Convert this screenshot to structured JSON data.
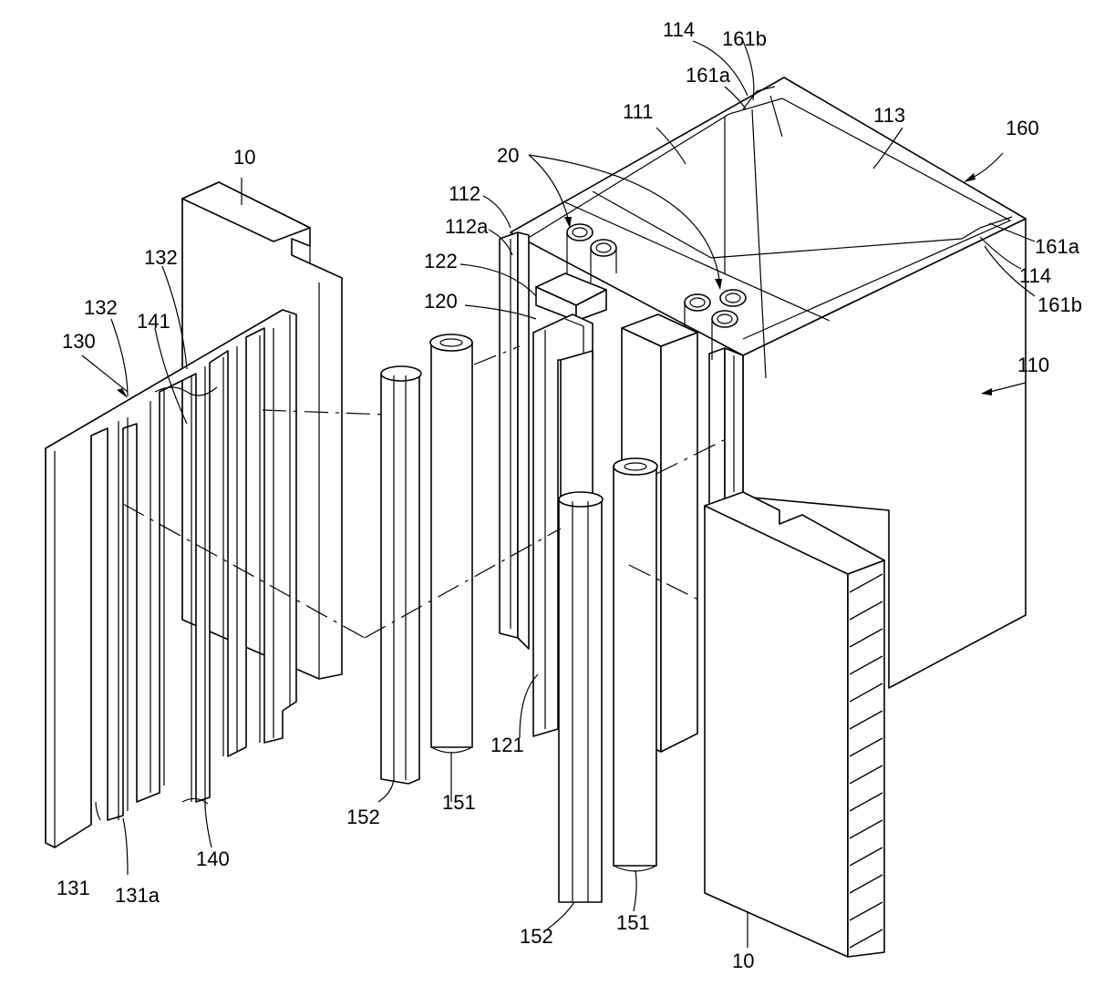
{
  "figure": {
    "labels": {
      "l10_top": "10",
      "l10_bottom": "10",
      "l20": "20",
      "l110": "110",
      "l111": "111",
      "l112": "112",
      "l112a": "112a",
      "l113": "113",
      "l114_top": "114",
      "l114_right": "114",
      "l120": "120",
      "l121": "121",
      "l122": "122",
      "l130": "130",
      "l131": "131",
      "l131a": "131a",
      "l132_a": "132",
      "l132_b": "132",
      "l140": "140",
      "l141": "141",
      "l151_a": "151",
      "l151_b": "151",
      "l152_a": "152",
      "l152_b": "152",
      "l160": "160",
      "l161a_top": "161a",
      "l161a_right": "161a",
      "l161b_top": "161b",
      "l161b_right": "161b"
    }
  }
}
